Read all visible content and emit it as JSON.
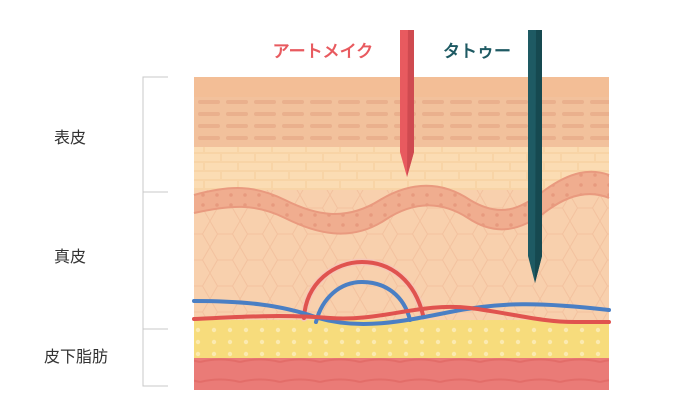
{
  "labels": {
    "epidermis": "表皮",
    "dermis": "真皮",
    "subcutaneous": "皮下脂肪",
    "art_makeup": "アートメイク",
    "tattoo": "タトゥー"
  },
  "colors": {
    "art_makeup": "#e85a5f",
    "tattoo": "#1e5a63",
    "red_vessel": "#e0534f",
    "blue_vessel": "#4a7fc4",
    "bracket": "#c8c8c8"
  }
}
